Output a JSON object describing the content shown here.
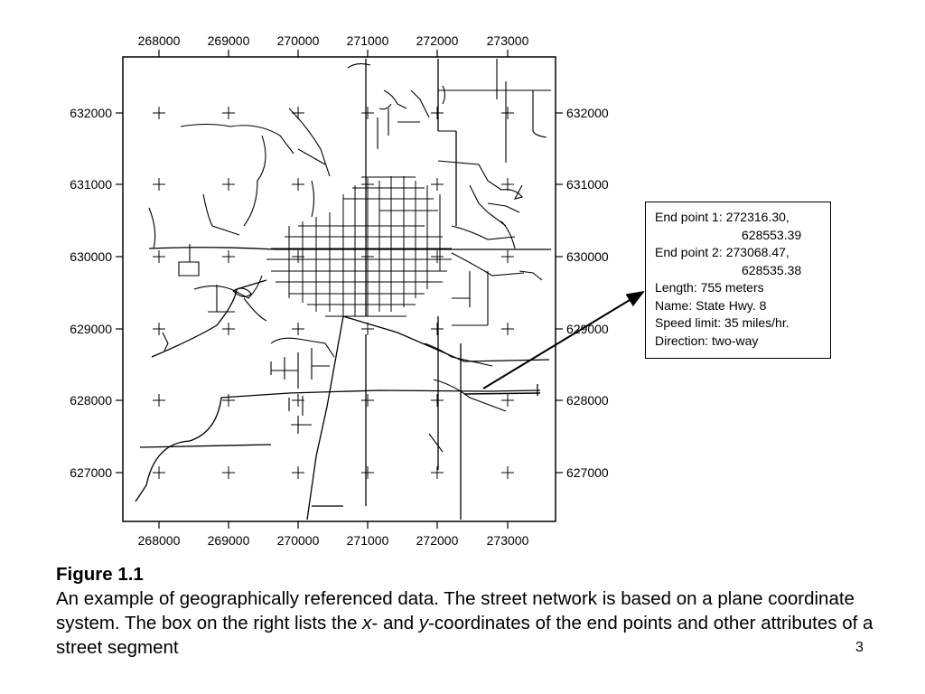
{
  "map": {
    "x_ticks": [
      "268000",
      "269000",
      "270000",
      "271000",
      "272000",
      "273000"
    ],
    "y_ticks": [
      "632000",
      "631000",
      "630000",
      "629000",
      "628000",
      "627000"
    ]
  },
  "info_box": {
    "end_point_1": {
      "label": "End point 1:",
      "x": "272316.30,",
      "y": "628553.39"
    },
    "end_point_2": {
      "label": "End point 2:",
      "x": "273068.47,",
      "y": "628535.38"
    },
    "length": "Length: 755 meters",
    "name": "Name: State Hwy. 8",
    "speed_limit": "Speed limit: 35 miles/hr.",
    "direction": "Direction: two-way"
  },
  "caption": {
    "title": "Figure 1.1",
    "text_part1": "An example of geographically referenced data. The street network is based on a plane coordinate system. The box on the right lists the ",
    "x_italic": "x",
    "text_part2": "- and ",
    "y_italic": "y",
    "text_part3": "-coordinates of the end points and other attributes of a street segment"
  },
  "slide_number": "3"
}
